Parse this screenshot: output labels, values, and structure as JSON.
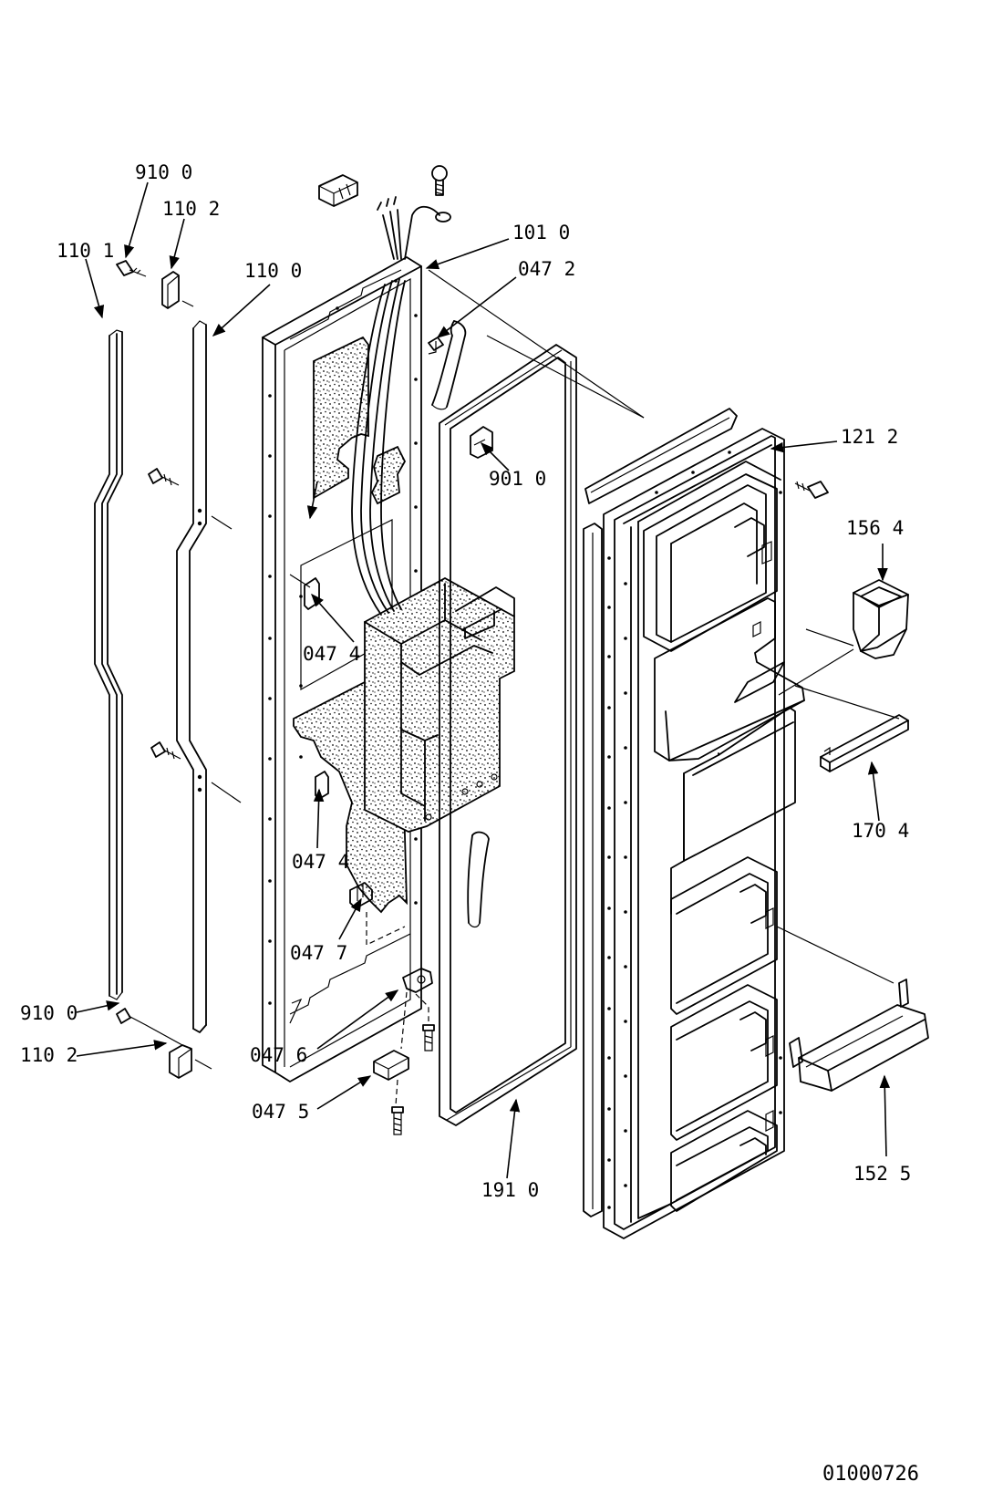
{
  "drawing_number": "01000726",
  "callouts": [
    {
      "id": "c-9100-top",
      "text": "910 0"
    },
    {
      "id": "c-1102-top",
      "text": "110 2"
    },
    {
      "id": "c-1101",
      "text": "110 1"
    },
    {
      "id": "c-1100",
      "text": "110 0"
    },
    {
      "id": "c-1010",
      "text": "101 0"
    },
    {
      "id": "c-0472",
      "text": "047 2"
    },
    {
      "id": "c-9010",
      "text": "901 0"
    },
    {
      "id": "c-1212",
      "text": "121 2"
    },
    {
      "id": "c-1564",
      "text": "156 4"
    },
    {
      "id": "c-0474-a",
      "text": "047 4"
    },
    {
      "id": "c-1704",
      "text": "170 4"
    },
    {
      "id": "c-0474-b",
      "text": "047 4"
    },
    {
      "id": "c-0477",
      "text": "047 7"
    },
    {
      "id": "c-9100-bot",
      "text": "910 0"
    },
    {
      "id": "c-1102-bot",
      "text": "110 2"
    },
    {
      "id": "c-0476",
      "text": "047 6"
    },
    {
      "id": "c-0475",
      "text": "047 5"
    },
    {
      "id": "c-1910",
      "text": "191 0"
    },
    {
      "id": "c-1525",
      "text": "152 5"
    }
  ]
}
